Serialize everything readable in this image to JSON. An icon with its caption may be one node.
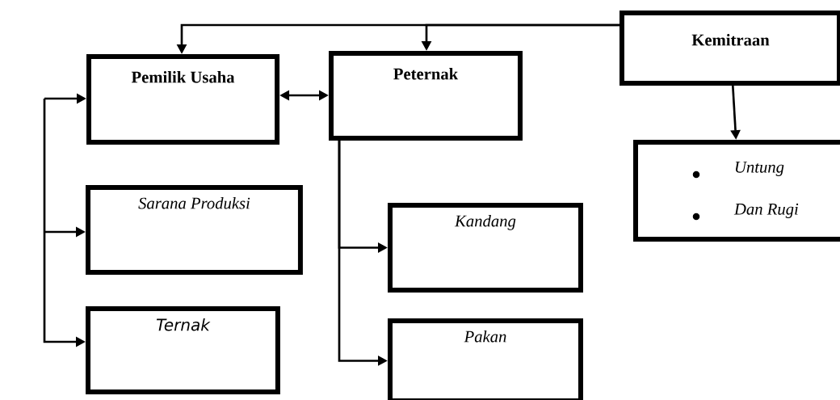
{
  "diagram": {
    "nodes": [
      {
        "text": [
          "Pemilik Usaha"
        ]
      },
      {
        "text": [
          "Peternak"
        ]
      },
      {
        "text": [
          "Kemitraan"
        ]
      },
      {
        "text": [
          "Untung",
          "Dan Rugi"
        ]
      },
      {
        "text": [
          "Sarana Produksi"
        ]
      },
      {
        "text": [
          "Kandang"
        ]
      },
      {
        "text": [
          "Ternak"
        ]
      },
      {
        "text": [
          "Pakan"
        ]
      }
    ],
    "edges": [
      {
        "from": 2,
        "to": 0,
        "arrow": "to"
      },
      {
        "from": 2,
        "to": 1,
        "arrow": "to"
      },
      {
        "from": 0,
        "to": 1,
        "arrow": "both"
      },
      {
        "from": 2,
        "to": 3,
        "arrow": "to"
      },
      {
        "from": 1,
        "to": 5,
        "arrow": "to"
      },
      {
        "from": 1,
        "to": 7,
        "arrow": "to"
      },
      {
        "from": null,
        "to": 0,
        "arrow": "to"
      },
      {
        "from": null,
        "to": 4,
        "arrow": "to"
      },
      {
        "from": null,
        "to": 6,
        "arrow": "to"
      }
    ]
  }
}
